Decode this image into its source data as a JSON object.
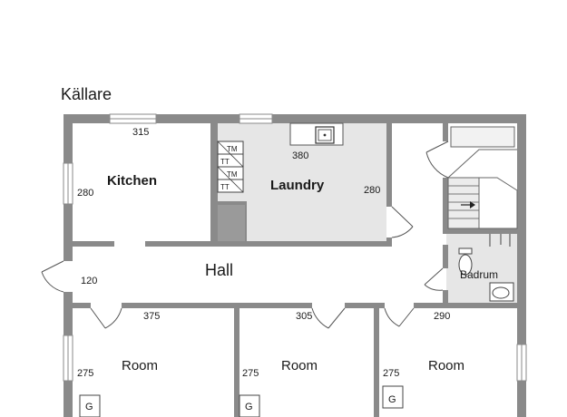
{
  "plan": {
    "title": "Källare",
    "rooms": {
      "kitchen": "Kitchen",
      "laundry": "Laundry",
      "hall": "Hall",
      "badrum": "Badrum",
      "room1": "Room",
      "room2": "Room",
      "room3": "Room"
    },
    "dimensions": {
      "kitchen_width": "315",
      "kitchen_height": "280",
      "laundry_width": "380",
      "laundry_height": "280",
      "hall_width": "120",
      "room1_width": "375",
      "room1_height": "275",
      "room2_width": "305",
      "room2_height": "275",
      "room3_width": "290",
      "room3_height": "275"
    },
    "appliances": {
      "tm1": "TM",
      "tt1": "TT",
      "tm2": "TM",
      "tt2": "TT",
      "g1": "G",
      "g2": "G",
      "g3": "G"
    },
    "colors": {
      "wall": "#8a8a8a",
      "floor_shaded": "#e6e6e6",
      "stairs": "#ececec",
      "line": "#555555"
    }
  }
}
